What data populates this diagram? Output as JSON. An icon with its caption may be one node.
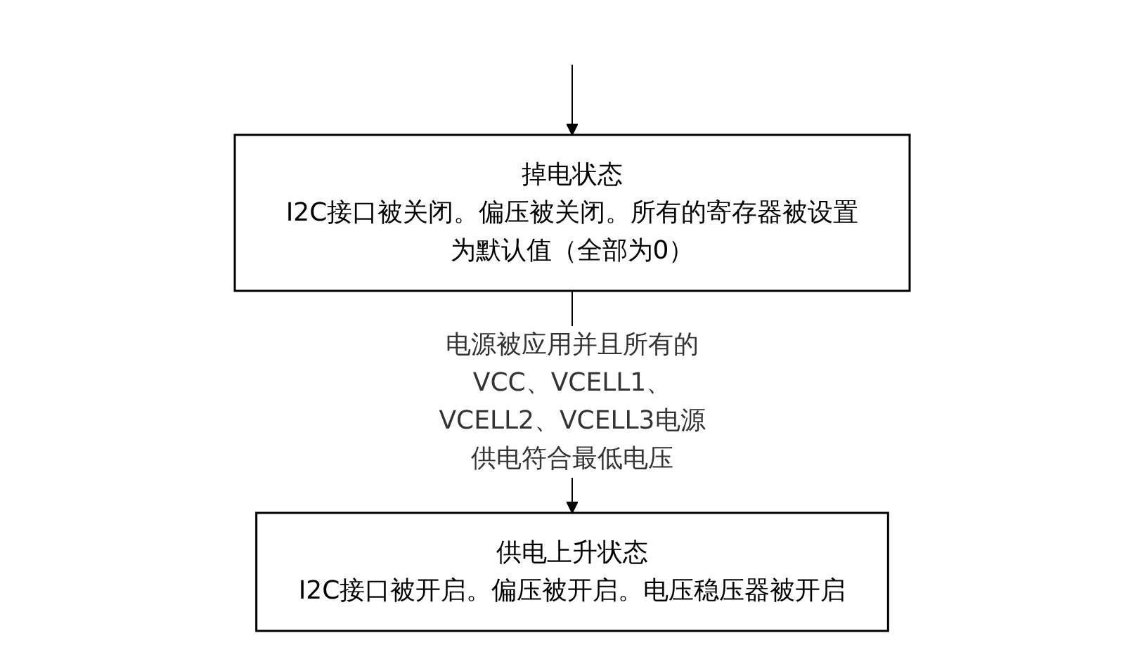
{
  "diagram": {
    "nodes": [
      {
        "text": [
          "掉电状态",
          "I2C接口被关闭。偏压被关闭。所有的寄存器被设置为默认值（全部为0）"
        ]
      },
      {
        "text": [
          "供电上升状态",
          "I2C接口被开启。偏压被开启。电压稳压器被开启"
        ]
      }
    ],
    "edges": [
      {
        "from": null,
        "to": 0,
        "arrow": "to"
      },
      {
        "from": 0,
        "to": 1,
        "arrow": "to",
        "label": "电源被应用并且所有的VCC、VCELL1、VCELL2、VCELL3电源供电符合最低电压"
      }
    ]
  }
}
